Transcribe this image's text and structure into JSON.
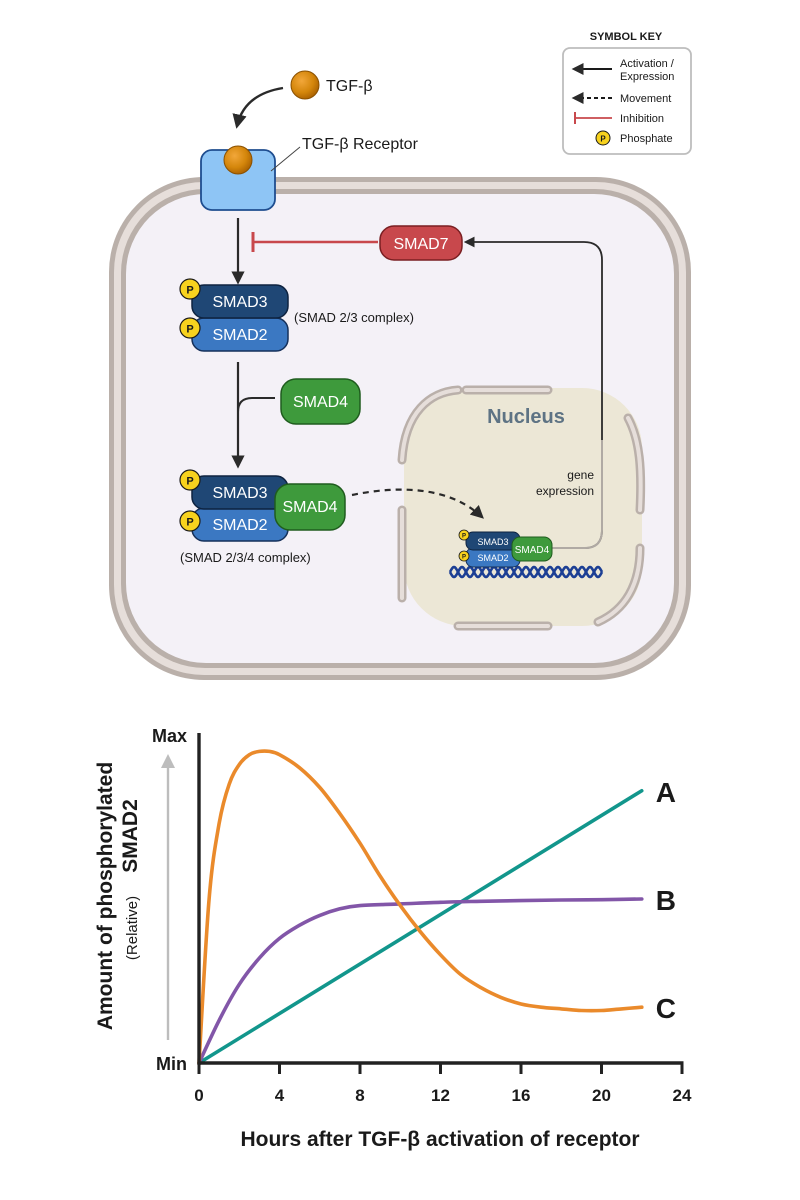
{
  "symbol_key": {
    "title": "SYMBOL KEY",
    "items": [
      {
        "symbol": "solid-arrow",
        "label_lines": [
          "Activation /",
          "Expression"
        ]
      },
      {
        "symbol": "dashed-arrow",
        "label_lines": [
          "Movement"
        ]
      },
      {
        "symbol": "inhibition-bar",
        "label_lines": [
          "Inhibition"
        ]
      },
      {
        "symbol": "phosphate-circle",
        "glyph": "P",
        "label_lines": [
          "Phosphate"
        ]
      }
    ]
  },
  "diagram": {
    "ligand_label": "TGF-β",
    "receptor_label": "TGF-β Receptor",
    "smad7_label": "SMAD7",
    "smad3_label": "SMAD3",
    "smad2_label": "SMAD2",
    "smad4_label": "SMAD4",
    "phosphate_glyph": "P",
    "complex_23_label": "(SMAD 2/3 complex)",
    "complex_234_label": "(SMAD 2/3/4 complex)",
    "nucleus_label": "Nucleus",
    "gene_expression_lines": [
      "gene",
      "expression"
    ],
    "colors": {
      "ligand": "#D4860B",
      "receptor": "#8EC5F5",
      "smad3": "#1F4775",
      "smad2": "#3B78C2",
      "smad4": "#3E9A3C",
      "smad7": "#C8484C",
      "phosphate": "#F7D21E",
      "inhibition": "#C8484C",
      "membrane": "#BAB0AA",
      "cytoplasm": "#F4F1F7",
      "nucleus": "#ECE7D6",
      "nucleus_label": "#5E7384",
      "dna": "#1C3F94"
    }
  },
  "chart_data": {
    "type": "line",
    "title": "",
    "xlabel": "Hours after TGF-β activation of receptor",
    "ylabel_main": [
      "Amount of phosphorylated",
      "SMAD2"
    ],
    "ylabel_sub": "(Relative)",
    "xlim": [
      0,
      24
    ],
    "ylim": [
      0,
      1
    ],
    "x_ticks": [
      0,
      4,
      8,
      12,
      16,
      20,
      24
    ],
    "y_tick_labels": [
      {
        "value": 0,
        "label": "Min"
      },
      {
        "value": 1,
        "label": "Max"
      }
    ],
    "grid": false,
    "legend": "inline-right",
    "series": [
      {
        "name": "A",
        "color": "#12968C",
        "x": [
          0,
          22
        ],
        "y": [
          0,
          0.83
        ]
      },
      {
        "name": "B",
        "color": "#8256A8",
        "x": [
          0,
          1,
          2,
          3,
          4,
          5,
          6,
          7,
          8,
          10,
          12,
          14,
          16,
          18,
          20,
          22
        ],
        "y": [
          0,
          0.13,
          0.24,
          0.32,
          0.38,
          0.42,
          0.45,
          0.47,
          0.48,
          0.485,
          0.49,
          0.493,
          0.495,
          0.497,
          0.498,
          0.5
        ]
      },
      {
        "name": "C",
        "color": "#EA8A2B",
        "x": [
          0,
          0.5,
          1,
          1.5,
          2,
          2.5,
          3,
          3.5,
          4,
          5,
          6,
          7,
          8,
          9,
          10,
          11,
          12,
          13,
          14,
          15,
          16,
          17,
          18,
          19,
          20,
          21,
          22
        ],
        "y": [
          0,
          0.5,
          0.73,
          0.85,
          0.91,
          0.94,
          0.95,
          0.95,
          0.94,
          0.9,
          0.84,
          0.76,
          0.67,
          0.57,
          0.48,
          0.4,
          0.33,
          0.27,
          0.23,
          0.2,
          0.18,
          0.17,
          0.165,
          0.16,
          0.16,
          0.165,
          0.17
        ]
      }
    ]
  }
}
